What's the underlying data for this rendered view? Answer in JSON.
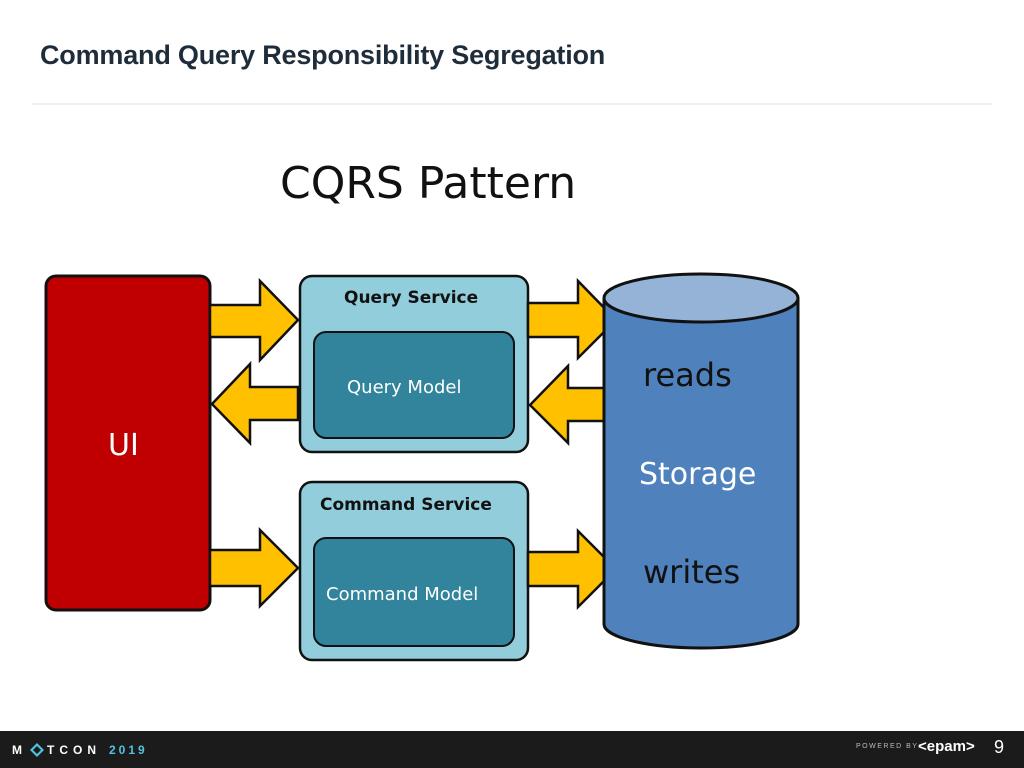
{
  "slide": {
    "title": "Command Query Responsibility Segregation",
    "page_number": "9"
  },
  "diagram": {
    "heading": "CQRS Pattern",
    "ui_label": "UI",
    "query_service": {
      "label": "Query Service",
      "model_label": "Query Model"
    },
    "command_service": {
      "label": "Command Service",
      "model_label": "Command Model"
    },
    "storage": {
      "label": "Storage",
      "reads_label": "reads",
      "writes_label": "writes"
    },
    "colors": {
      "ui": "#c00000",
      "arrow": "#ffc000",
      "service_box": "#92cddc",
      "model_box": "#31849b",
      "storage": "#4f81bd",
      "storage_top": "#95b3d7"
    }
  },
  "footer": {
    "logo_text_left": "M",
    "logo_text_right": "TCON",
    "logo_year": "2019",
    "powered_by": "POWERED BY",
    "brand": "<epam>"
  }
}
